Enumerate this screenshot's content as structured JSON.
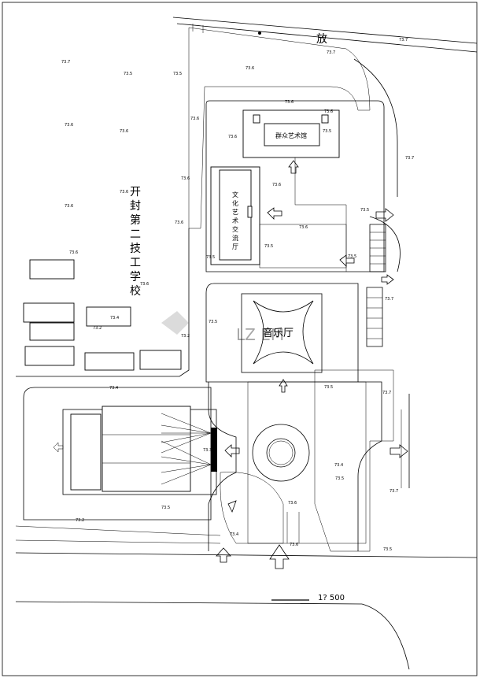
{
  "labels": {
    "top_road": "放",
    "school": [
      "开",
      "封",
      "第",
      "二",
      "技",
      "工",
      "学",
      "校"
    ],
    "mass_art_center": "群众艺术馆",
    "culture_hall": [
      "文",
      "化",
      "艺",
      "术",
      "交",
      "流",
      "厅"
    ],
    "concert_hall": "音乐厅",
    "scale": "1? 500"
  },
  "elevations": {
    "e01": "73.7",
    "e02": "73.5",
    "e03": "73.5",
    "e04": "73.6",
    "e05": "73.6",
    "e06": "73.6",
    "e07": "73.6",
    "e08": "73.6",
    "e09": "73.6",
    "e10": "73.6",
    "e11": "73.6",
    "e12": "73.6",
    "e13": "73.7",
    "e14": "73.6",
    "e15": "73.7",
    "e16": "73.6",
    "e17": "73.6",
    "e18": "73.6",
    "e19": "73.5",
    "e20": "73.5",
    "e21": "73.7",
    "e22": "73.6",
    "e23": "73.6",
    "e24": "73.5",
    "e25": "73.5",
    "e26": "73.5",
    "e27": "73.5",
    "e28": "73.7",
    "e29": "73.4",
    "e30": "73.2",
    "e31": "73.5",
    "e32": "73.7",
    "e33": "73.4",
    "e34": "73.4",
    "e35": "73.3",
    "e36": "73.7",
    "e37": "73.6",
    "e38": "73.5",
    "e39": "73.2",
    "e40": "73.6",
    "e41": "73.4",
    "e42": "73.5",
    "e43": "73.2",
    "e44": "73.5"
  },
  "colors": {
    "line": "#000000",
    "stipple": "#555555",
    "watermark": "#d8d8d8",
    "background": "#ffffff"
  }
}
